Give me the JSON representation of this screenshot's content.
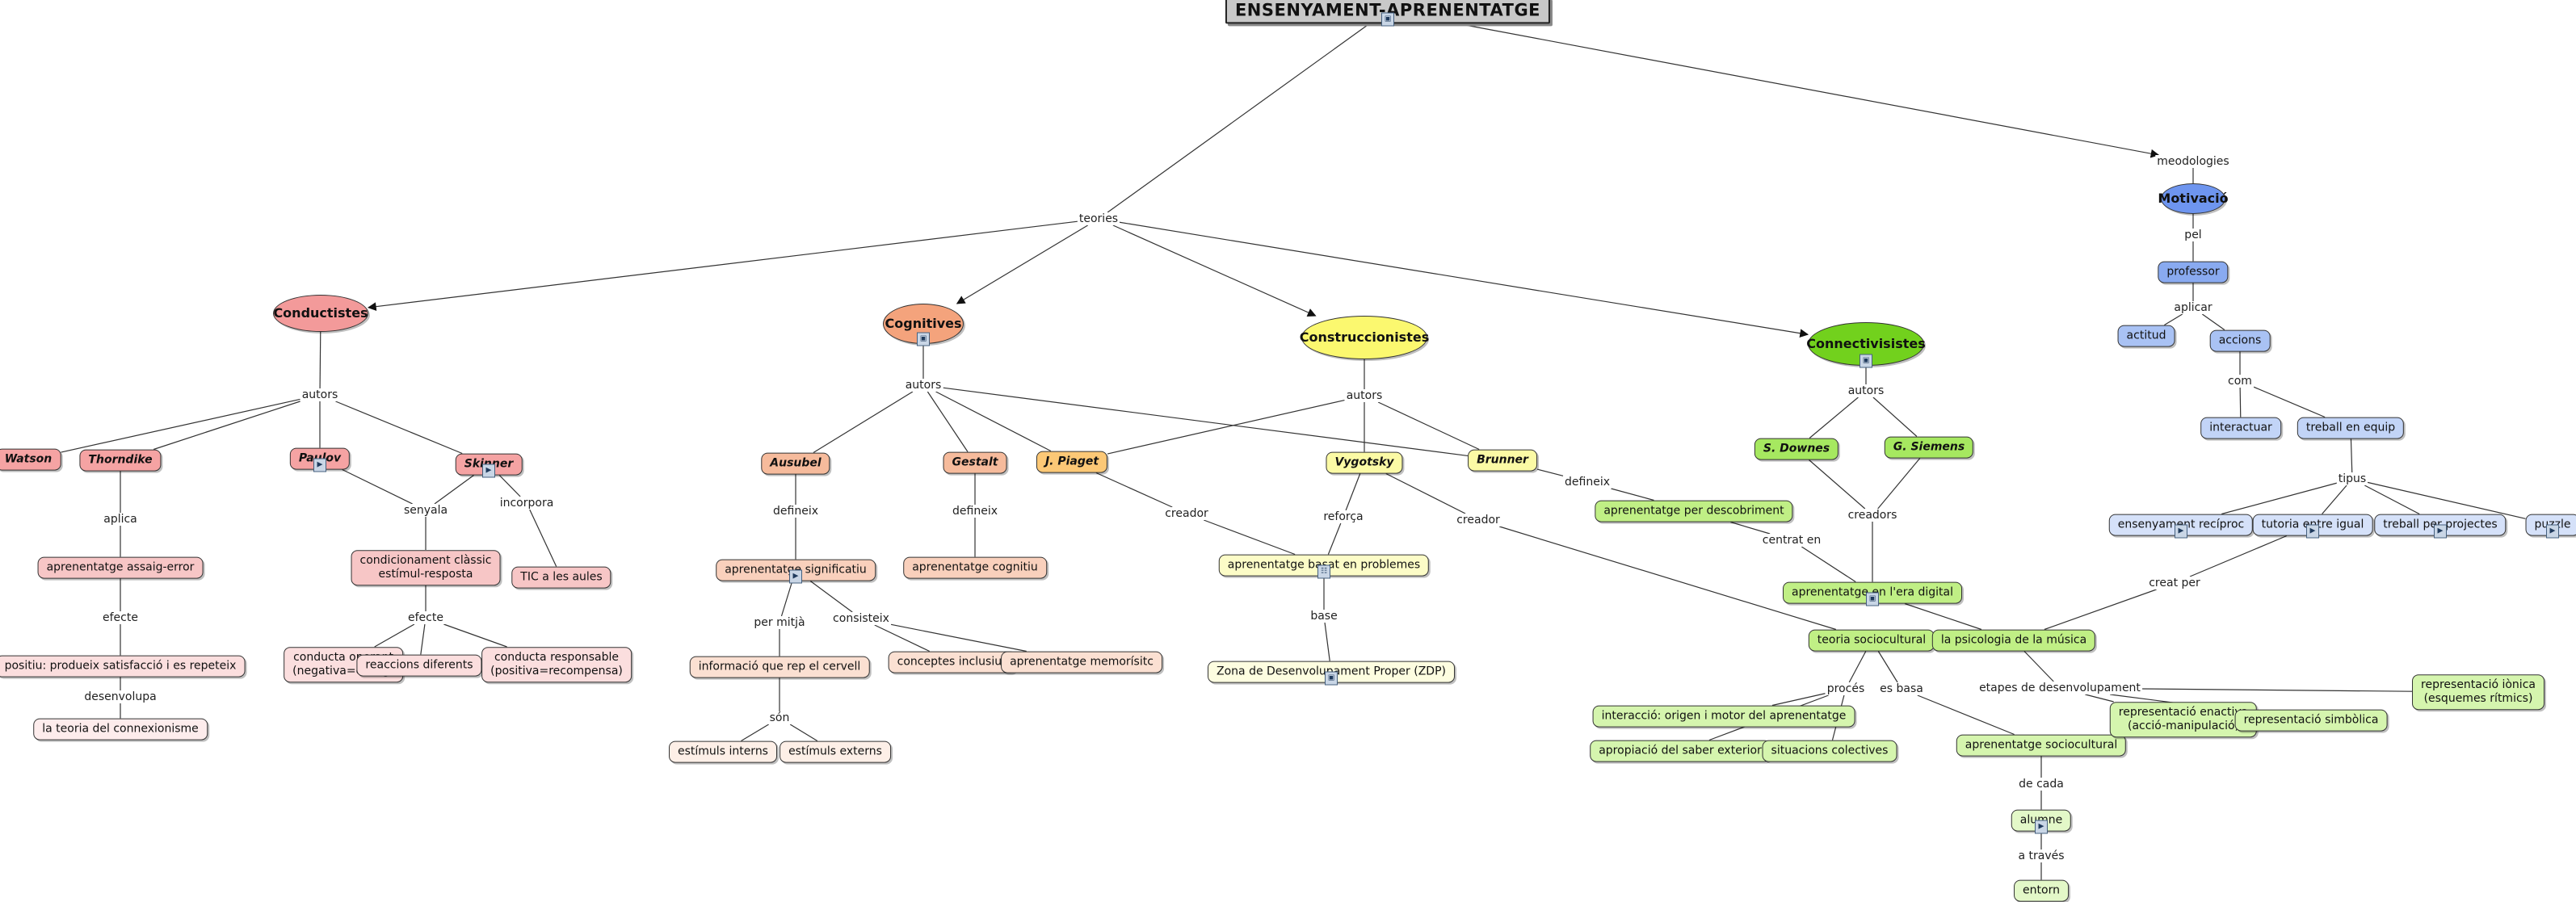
{
  "nodes": [
    {
      "id": "root",
      "text": "ENSENYAMENT-APRENENTATGE",
      "style": "title",
      "color": "#c8c8c8"
    },
    {
      "id": "conductistes",
      "text": "Conductistes",
      "style": "ell",
      "color": "#f39a9a"
    },
    {
      "id": "cognitives",
      "text": "Cognitives",
      "style": "ell",
      "color": "#f4a37c"
    },
    {
      "id": "construccionistes",
      "text": "Construccionistes",
      "style": "ell",
      "color": "#fbf86f"
    },
    {
      "id": "connectivisistes",
      "text": "Connectivisistes",
      "style": "ell",
      "color": "#72d11d"
    },
    {
      "id": "motivacio",
      "text": "Motivació",
      "style": "ell",
      "color": "#6e95ef"
    },
    {
      "id": "watson",
      "text": "Watson",
      "style": "ital",
      "color": "#f5a3a3"
    },
    {
      "id": "thorndike",
      "text": "Thorndike",
      "style": "ital",
      "color": "#f5a3a3"
    },
    {
      "id": "paulov",
      "text": "Paulov",
      "style": "ital",
      "color": "#f5a3a3"
    },
    {
      "id": "skinner",
      "text": "Skinner",
      "style": "ital",
      "color": "#f5a3a3"
    },
    {
      "id": "assaig",
      "text": "aprenentatge assaig-error",
      "style": "box",
      "color": "#f7c6c6"
    },
    {
      "id": "condic",
      "text": "condicionament clàssic\nestímul-resposta",
      "style": "box",
      "color": "#f7c6c6"
    },
    {
      "id": "tic",
      "text": "TIC a les aules",
      "style": "box",
      "color": "#f7c6c6"
    },
    {
      "id": "positiu",
      "text": "positiu: produeix satisfacció i es repeteix",
      "style": "box",
      "color": "#fbdede"
    },
    {
      "id": "connexionisme",
      "text": "la teoria del connexionisme",
      "style": "box",
      "color": "#fdecec"
    },
    {
      "id": "operant",
      "text": "conducta operant\n(negativa=càstig)",
      "style": "box",
      "color": "#fbdede"
    },
    {
      "id": "reaccions",
      "text": "reaccions diferents",
      "style": "box",
      "color": "#fbdede"
    },
    {
      "id": "responsable",
      "text": "conducta responsable\n(positiva=recompensa)",
      "style": "box",
      "color": "#fbdede"
    },
    {
      "id": "ausubel",
      "text": "Ausubel",
      "style": "ital",
      "color": "#f6bb9c"
    },
    {
      "id": "gestalt",
      "text": "Gestalt",
      "style": "ital",
      "color": "#f6bb9c"
    },
    {
      "id": "piaget",
      "text": "J. Piaget",
      "style": "ital",
      "color": "#fcc876"
    },
    {
      "id": "vygotsky",
      "text": "Vygotsky",
      "style": "ital",
      "color": "#fbfaa5"
    },
    {
      "id": "brunner",
      "text": "Brunner",
      "style": "ital",
      "color": "#fbfaa5"
    },
    {
      "id": "significatiu",
      "text": "aprenentatge significatiu",
      "style": "box",
      "color": "#f9d0bc"
    },
    {
      "id": "cognitiu",
      "text": "aprenentatge cognitiu",
      "style": "box",
      "color": "#f9d0bc"
    },
    {
      "id": "informacio",
      "text": "informació que rep el cervell",
      "style": "box",
      "color": "#fbe0d2"
    },
    {
      "id": "inclusius",
      "text": "conceptes inclusius",
      "style": "box",
      "color": "#fbe0d2"
    },
    {
      "id": "memoristic",
      "text": "aprenentatge memorísitc",
      "style": "box",
      "color": "#fbe0d2"
    },
    {
      "id": "interns",
      "text": "estímuls interns",
      "style": "box",
      "color": "#fdefe7"
    },
    {
      "id": "externs",
      "text": "estímuls externs",
      "style": "box",
      "color": "#fdefe7"
    },
    {
      "id": "problemes",
      "text": "aprenentatge basat en problemes",
      "style": "box",
      "color": "#fcfcc7"
    },
    {
      "id": "zdp",
      "text": "Zona de Desenvolupament Proper (ZDP)",
      "style": "box",
      "color": "#fdfde0"
    },
    {
      "id": "downes",
      "text": "S. Downes",
      "style": "ital",
      "color": "#a6e860"
    },
    {
      "id": "siemens",
      "text": "G. Siemens",
      "style": "ital",
      "color": "#a6e860"
    },
    {
      "id": "descobriment",
      "text": "aprenentatge per descobriment",
      "style": "box",
      "color": "#c0ef85"
    },
    {
      "id": "digital",
      "text": "aprenentatge en l'era digital",
      "style": "box",
      "color": "#c0ef85"
    },
    {
      "id": "sociocultural",
      "text": "teoria sociocultural",
      "style": "box",
      "color": "#c0ef85"
    },
    {
      "id": "musica",
      "text": "la psicologia de la música",
      "style": "box",
      "color": "#c0ef85"
    },
    {
      "id": "interaccio",
      "text": "interacció: origen i motor del aprenentatge",
      "style": "box",
      "color": "#d5f5ae"
    },
    {
      "id": "apropiacio",
      "text": "apropiació del saber exterior",
      "style": "box",
      "color": "#d5f5ae"
    },
    {
      "id": "colectives",
      "text": "situacions colectives",
      "style": "box",
      "color": "#d5f5ae"
    },
    {
      "id": "aprsocio",
      "text": "aprenentatge sociocultural",
      "style": "box",
      "color": "#d5f5ae"
    },
    {
      "id": "alumne",
      "text": "alumne",
      "style": "box",
      "color": "#e3f8c8"
    },
    {
      "id": "entorn",
      "text": "entorn",
      "style": "box",
      "color": "#e3f8c8"
    },
    {
      "id": "enactiva",
      "text": "representació enactiva\n(acció-manipulació)",
      "style": "box",
      "color": "#d5f5ae"
    },
    {
      "id": "simbolica",
      "text": "representació simbòlica",
      "style": "box",
      "color": "#d5f5ae"
    },
    {
      "id": "ionica",
      "text": "representació iònica\n(esquemes rítmics)",
      "style": "box",
      "color": "#d5f5ae"
    },
    {
      "id": "professor",
      "text": "professor",
      "style": "box",
      "color": "#89aaf0"
    },
    {
      "id": "actitud",
      "text": "actitud",
      "style": "box",
      "color": "#a9c2f4"
    },
    {
      "id": "accions",
      "text": "accions",
      "style": "box",
      "color": "#a9c2f4"
    },
    {
      "id": "interactuar",
      "text": "interactuar",
      "style": "box",
      "color": "#c2d4f7"
    },
    {
      "id": "equip",
      "text": "treball en equip",
      "style": "box",
      "color": "#c2d4f7"
    },
    {
      "id": "reciproc",
      "text": "ensenyament recíproc",
      "style": "box",
      "color": "#d5e1f9"
    },
    {
      "id": "tutoria",
      "text": "tutoria entre igual",
      "style": "box",
      "color": "#d5e1f9"
    },
    {
      "id": "projectes",
      "text": "treball per projectes",
      "style": "box",
      "color": "#d5e1f9"
    },
    {
      "id": "puzzle",
      "text": "puzzle",
      "style": "box",
      "color": "#d5e1f9"
    }
  ],
  "linking_phrases": [
    {
      "id": "l_teories",
      "text": "teories"
    },
    {
      "id": "l_meodologies",
      "text": "meodologies"
    },
    {
      "id": "l_autors1",
      "text": "autors"
    },
    {
      "id": "l_aplica",
      "text": "aplica"
    },
    {
      "id": "l_efecte1",
      "text": "efecte"
    },
    {
      "id": "l_desenvolupa",
      "text": "desenvolupa"
    },
    {
      "id": "l_senyala",
      "text": "senyala"
    },
    {
      "id": "l_efecte2",
      "text": "efecte"
    },
    {
      "id": "l_incorpora",
      "text": "incorpora"
    },
    {
      "id": "l_autors2",
      "text": "autors"
    },
    {
      "id": "l_defineix1",
      "text": "defineix"
    },
    {
      "id": "l_defineix2",
      "text": "defineix"
    },
    {
      "id": "l_permitja",
      "text": "per mitjà"
    },
    {
      "id": "l_consisteix",
      "text": "consisteix"
    },
    {
      "id": "l_son",
      "text": "són"
    },
    {
      "id": "l_autors3",
      "text": "autors"
    },
    {
      "id": "l_creador1",
      "text": "creador"
    },
    {
      "id": "l_reforca",
      "text": "reforça"
    },
    {
      "id": "l_base",
      "text": "base"
    },
    {
      "id": "l_creador2",
      "text": "creador"
    },
    {
      "id": "l_defineix3",
      "text": "defineix"
    },
    {
      "id": "l_autors4",
      "text": "autors"
    },
    {
      "id": "l_creadors",
      "text": "creadors"
    },
    {
      "id": "l_centrat",
      "text": "centrat en"
    },
    {
      "id": "l_proces",
      "text": "procés"
    },
    {
      "id": "l_esbase",
      "text": "es basa"
    },
    {
      "id": "l_decada",
      "text": "de cada"
    },
    {
      "id": "l_atraves",
      "text": "a través"
    },
    {
      "id": "l_etapes",
      "text": "etapes de desenvolupament"
    },
    {
      "id": "l_pel",
      "text": "pel"
    },
    {
      "id": "l_aplicar",
      "text": "aplicar"
    },
    {
      "id": "l_com",
      "text": "com"
    },
    {
      "id": "l_tipus",
      "text": "tipus"
    },
    {
      "id": "l_creatper",
      "text": "creat per"
    }
  ],
  "connections": [
    [
      "root",
      "l_teories"
    ],
    [
      "l_teories",
      "conductistes"
    ],
    [
      "l_teories",
      "cognitives"
    ],
    [
      "l_teories",
      "construccionistes"
    ],
    [
      "l_teories",
      "connectivisistes"
    ],
    [
      "root",
      "l_meodologies"
    ],
    [
      "l_meodologies",
      "motivacio"
    ],
    [
      "conductistes",
      "l_autors1"
    ],
    [
      "l_autors1",
      "watson"
    ],
    [
      "l_autors1",
      "thorndike"
    ],
    [
      "l_autors1",
      "paulov"
    ],
    [
      "l_autors1",
      "skinner"
    ],
    [
      "thorndike",
      "l_aplica"
    ],
    [
      "l_aplica",
      "assaig"
    ],
    [
      "assaig",
      "l_efecte1"
    ],
    [
      "l_efecte1",
      "positiu"
    ],
    [
      "positiu",
      "l_desenvolupa"
    ],
    [
      "l_desenvolupa",
      "connexionisme"
    ],
    [
      "paulov",
      "l_senyala"
    ],
    [
      "skinner",
      "l_senyala"
    ],
    [
      "l_senyala",
      "condic"
    ],
    [
      "condic",
      "l_efecte2"
    ],
    [
      "l_efecte2",
      "operant"
    ],
    [
      "l_efecte2",
      "reaccions"
    ],
    [
      "l_efecte2",
      "responsable"
    ],
    [
      "skinner",
      "l_incorpora"
    ],
    [
      "l_incorpora",
      "tic"
    ],
    [
      "cognitives",
      "l_autors2"
    ],
    [
      "l_autors2",
      "ausubel"
    ],
    [
      "l_autors2",
      "gestalt"
    ],
    [
      "l_autors2",
      "piaget"
    ],
    [
      "l_autors2",
      "brunner"
    ],
    [
      "ausubel",
      "l_defineix1"
    ],
    [
      "l_defineix1",
      "significatiu"
    ],
    [
      "gestalt",
      "l_defineix2"
    ],
    [
      "l_defineix2",
      "cognitiu"
    ],
    [
      "significatiu",
      "l_permitja"
    ],
    [
      "l_permitja",
      "informacio"
    ],
    [
      "significatiu",
      "l_consisteix"
    ],
    [
      "l_consisteix",
      "inclusius"
    ],
    [
      "l_consisteix",
      "memoristic"
    ],
    [
      "informacio",
      "l_son"
    ],
    [
      "l_son",
      "interns"
    ],
    [
      "l_son",
      "externs"
    ],
    [
      "construccionistes",
      "l_autors3"
    ],
    [
      "l_autors3",
      "piaget"
    ],
    [
      "l_autors3",
      "vygotsky"
    ],
    [
      "l_autors3",
      "brunner"
    ],
    [
      "piaget",
      "l_creador1"
    ],
    [
      "l_creador1",
      "problemes"
    ],
    [
      "vygotsky",
      "l_reforca"
    ],
    [
      "l_reforca",
      "problemes"
    ],
    [
      "problemes",
      "l_base"
    ],
    [
      "l_base",
      "zdp"
    ],
    [
      "vygotsky",
      "l_creador2"
    ],
    [
      "l_creador2",
      "sociocultural"
    ],
    [
      "brunner",
      "l_defineix3"
    ],
    [
      "l_defineix3",
      "descobriment"
    ],
    [
      "descobriment",
      "l_centrat"
    ],
    [
      "l_centrat",
      "digital"
    ],
    [
      "connectivisistes",
      "l_autors4"
    ],
    [
      "l_autors4",
      "downes"
    ],
    [
      "l_autors4",
      "siemens"
    ],
    [
      "downes",
      "l_creadors"
    ],
    [
      "siemens",
      "l_creadors"
    ],
    [
      "l_creadors",
      "digital"
    ],
    [
      "digital",
      "musica"
    ],
    [
      "musica",
      "l_creatper"
    ],
    [
      "l_creatper",
      "tutoria"
    ],
    [
      "sociocultural",
      "l_proces"
    ],
    [
      "l_proces",
      "interaccio"
    ],
    [
      "l_proces",
      "apropiacio"
    ],
    [
      "l_proces",
      "colectives"
    ],
    [
      "sociocultural",
      "l_esbase"
    ],
    [
      "l_esbase",
      "aprsocio"
    ],
    [
      "aprsocio",
      "l_decada"
    ],
    [
      "l_decada",
      "alumne"
    ],
    [
      "alumne",
      "l_atraves"
    ],
    [
      "l_atraves",
      "entorn"
    ],
    [
      "musica",
      "l_etapes"
    ],
    [
      "l_etapes",
      "enactiva"
    ],
    [
      "l_etapes",
      "simbolica"
    ],
    [
      "l_etapes",
      "ionica"
    ],
    [
      "motivacio",
      "l_pel"
    ],
    [
      "l_pel",
      "professor"
    ],
    [
      "professor",
      "l_aplicar"
    ],
    [
      "l_aplicar",
      "actitud"
    ],
    [
      "l_aplicar",
      "accions"
    ],
    [
      "accions",
      "l_com"
    ],
    [
      "l_com",
      "interactuar"
    ],
    [
      "l_com",
      "equip"
    ],
    [
      "equip",
      "l_tipus"
    ],
    [
      "l_tipus",
      "reciproc"
    ],
    [
      "l_tipus",
      "tutoria"
    ],
    [
      "l_tipus",
      "projectes"
    ],
    [
      "l_tipus",
      "puzzle"
    ]
  ],
  "arrows": [
    "conductistes",
    "cognitives",
    "construccionistes",
    "connectivisistes",
    "l_meodologies"
  ],
  "badges": [
    {
      "of": "root",
      "icon": "image-icon"
    },
    {
      "of": "cognitives",
      "icon": "image-icon"
    },
    {
      "of": "connectivisistes",
      "icon": "image-icon"
    },
    {
      "of": "paulov",
      "icon": "video-icon"
    },
    {
      "of": "skinner",
      "icon": "video-icon"
    },
    {
      "of": "significatiu",
      "icon": "video-icon"
    },
    {
      "of": "problemes",
      "icon": "web-icon"
    },
    {
      "of": "zdp",
      "icon": "image-icon"
    },
    {
      "of": "digital",
      "icon": "image-icon"
    },
    {
      "of": "alumne",
      "icon": "video-icon"
    },
    {
      "of": "reciproc",
      "icon": "video-icon"
    },
    {
      "of": "tutoria",
      "icon": "video-icon"
    },
    {
      "of": "projectes",
      "icon": "video-icon"
    },
    {
      "of": "puzzle",
      "icon": "video-icon"
    }
  ]
}
